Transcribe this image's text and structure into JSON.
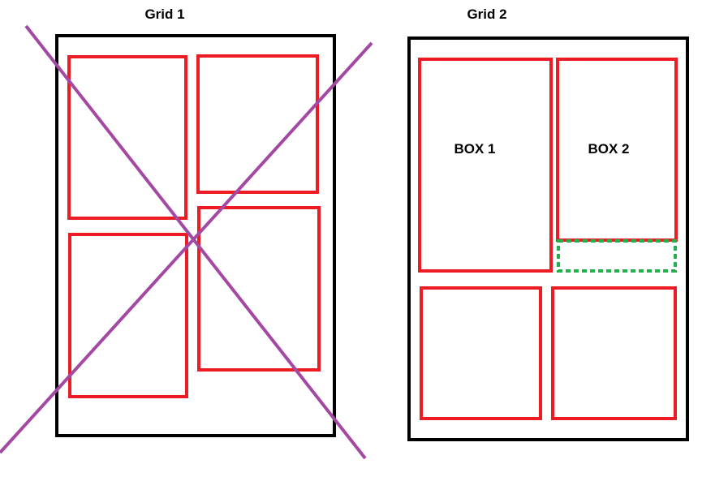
{
  "grid1": {
    "title": "Grid 1"
  },
  "grid2": {
    "title": "Grid 2",
    "box1_label": "BOX 1",
    "box2_label": "BOX 2"
  },
  "colors": {
    "frame": "#000000",
    "box": "#ed1c24",
    "cross": "#a349a4",
    "gap": "#22b14c"
  }
}
